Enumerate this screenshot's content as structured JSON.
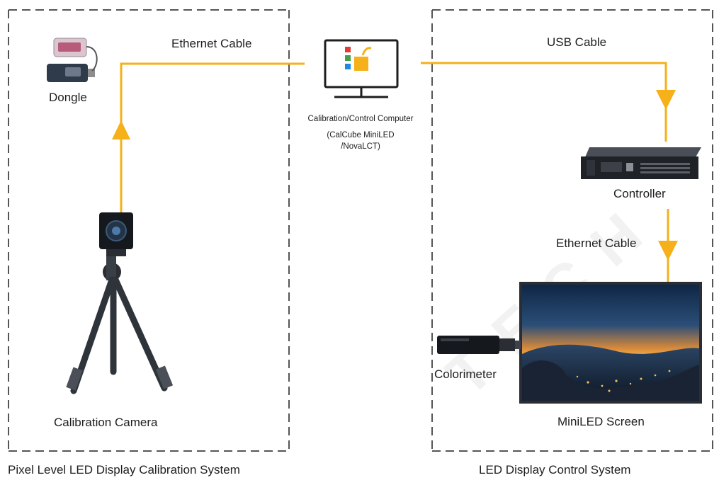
{
  "colors": {
    "line": "#f5b01a",
    "dash": "#555555"
  },
  "systems": {
    "left_caption": "Pixel Level LED Display Calibration System",
    "right_caption": "LED Display Control System"
  },
  "connections": {
    "ethernet_top": "Ethernet Cable",
    "usb": "USB Cable",
    "ethernet_right": "Ethernet Cable"
  },
  "devices": {
    "dongle": "Dongle",
    "computer": "Calibration/Control Computer",
    "computer_sub1": "(CalCube MiniLED",
    "computer_sub2": "/NovaLCT)",
    "camera": "Calibration Camera",
    "controller": "Controller",
    "colorimeter": "Colorimeter",
    "screen": "MiniLED Screen"
  },
  "icons": [
    "dongle-icon",
    "computer-icon",
    "controller-icon",
    "camera-icon",
    "tripod-icon",
    "colorimeter-icon",
    "screen-icon"
  ]
}
